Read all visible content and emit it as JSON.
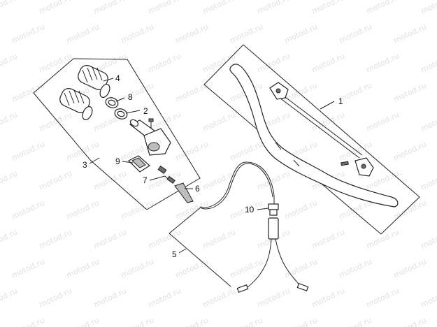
{
  "watermark": "motod.ru",
  "callouts": [
    {
      "id": "callout-1",
      "label": "1"
    },
    {
      "id": "callout-2",
      "label": "2"
    },
    {
      "id": "callout-3",
      "label": "3"
    },
    {
      "id": "callout-4",
      "label": "4"
    },
    {
      "id": "callout-5",
      "label": "5"
    },
    {
      "id": "callout-6",
      "label": "6"
    },
    {
      "id": "callout-7",
      "label": "7"
    },
    {
      "id": "callout-8",
      "label": "8"
    },
    {
      "id": "callout-9",
      "label": "9"
    },
    {
      "id": "callout-10",
      "label": "10"
    }
  ]
}
